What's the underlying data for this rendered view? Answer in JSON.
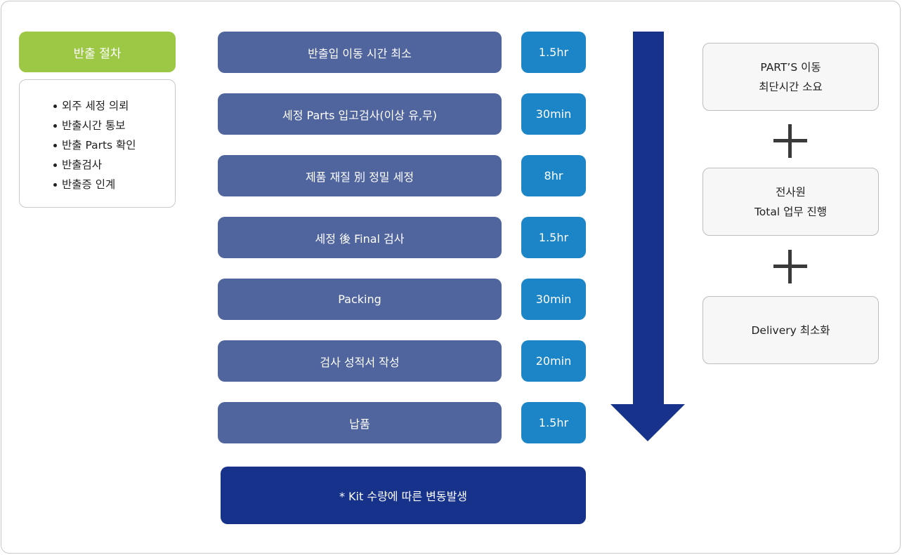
{
  "left_panel": {
    "title": "반출 절차",
    "items": [
      "외주 세정 의뢰",
      "반출시간 통보",
      "반출 Parts 확인",
      "반출검사",
      "반출증 인계"
    ]
  },
  "steps": [
    {
      "label": "반출입 이동 시간 최소",
      "time": "1.5hr"
    },
    {
      "label": "세정 Parts 입고검사(이상 유,무)",
      "time": "30min"
    },
    {
      "label": "제품 재질 別 정밀 세정",
      "time": "8hr"
    },
    {
      "label": "세정 後 Final 검사",
      "time": "1.5hr"
    },
    {
      "label": "Packing",
      "time": "30min"
    },
    {
      "label": "검사 성적서 작성",
      "time": "20min"
    },
    {
      "label": "납품",
      "time": "1.5hr"
    }
  ],
  "note": "* Kit 수량에 따른 변동발생",
  "right_panel": {
    "boxes": [
      {
        "line1": "PART’S 이동",
        "line2": "최단시간 소요"
      },
      {
        "line1": "전사원",
        "line2": "Total 업무 진행"
      },
      {
        "line1": "Delivery 최소화",
        "line2": ""
      }
    ],
    "plus_icon": "plus-icon"
  },
  "colors": {
    "left_title_bg": "#9dc845",
    "step_bg": "#50659d",
    "time_bg": "#1b85c8",
    "note_bg": "#16328a",
    "arrow": "#16328a"
  }
}
